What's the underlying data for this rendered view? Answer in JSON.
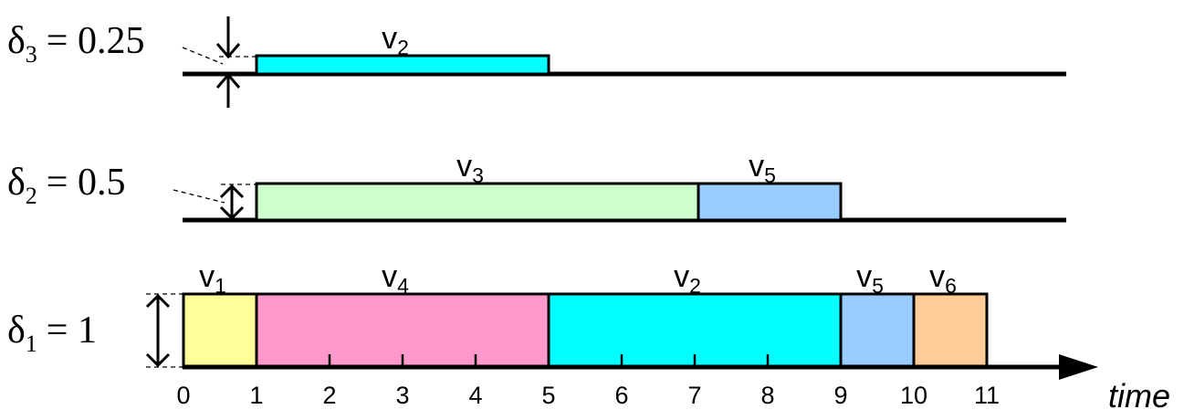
{
  "time_axis": {
    "label": "time",
    "ticks": [
      0,
      1,
      2,
      3,
      4,
      5,
      6,
      7,
      8,
      9,
      10,
      11
    ]
  },
  "rows": [
    {
      "id": "row-delta3",
      "delta_symbol": "δ",
      "delta_sub": "3",
      "delta_value": "= 0.25",
      "height": 0.25,
      "blocks": [
        {
          "name": "v",
          "sub": "2",
          "start": 1,
          "end": 5,
          "color": "#00ffff"
        }
      ]
    },
    {
      "id": "row-delta2",
      "delta_symbol": "δ",
      "delta_sub": "2",
      "delta_value": "= 0.5",
      "height": 0.5,
      "blocks": [
        {
          "name": "v",
          "sub": "3",
          "start": 1,
          "end": 7.05,
          "color": "#ccffcc"
        },
        {
          "name": "v",
          "sub": "5",
          "start": 7.05,
          "end": 9,
          "color": "#99ccff"
        }
      ]
    },
    {
      "id": "row-delta1",
      "delta_symbol": "δ",
      "delta_sub": "1",
      "delta_value": "= 1",
      "height": 1,
      "blocks": [
        {
          "name": "v",
          "sub": "1",
          "start": 0,
          "end": 1,
          "color": "#ffff99"
        },
        {
          "name": "v",
          "sub": "4",
          "start": 1,
          "end": 5,
          "color": "#ff99cc"
        },
        {
          "name": "v",
          "sub": "2",
          "start": 5,
          "end": 9,
          "color": "#00ffff"
        },
        {
          "name": "v",
          "sub": "5",
          "start": 9,
          "end": 10,
          "color": "#99ccff"
        },
        {
          "name": "v",
          "sub": "6",
          "start": 10,
          "end": 11,
          "color": "#ffcc99"
        }
      ]
    }
  ]
}
